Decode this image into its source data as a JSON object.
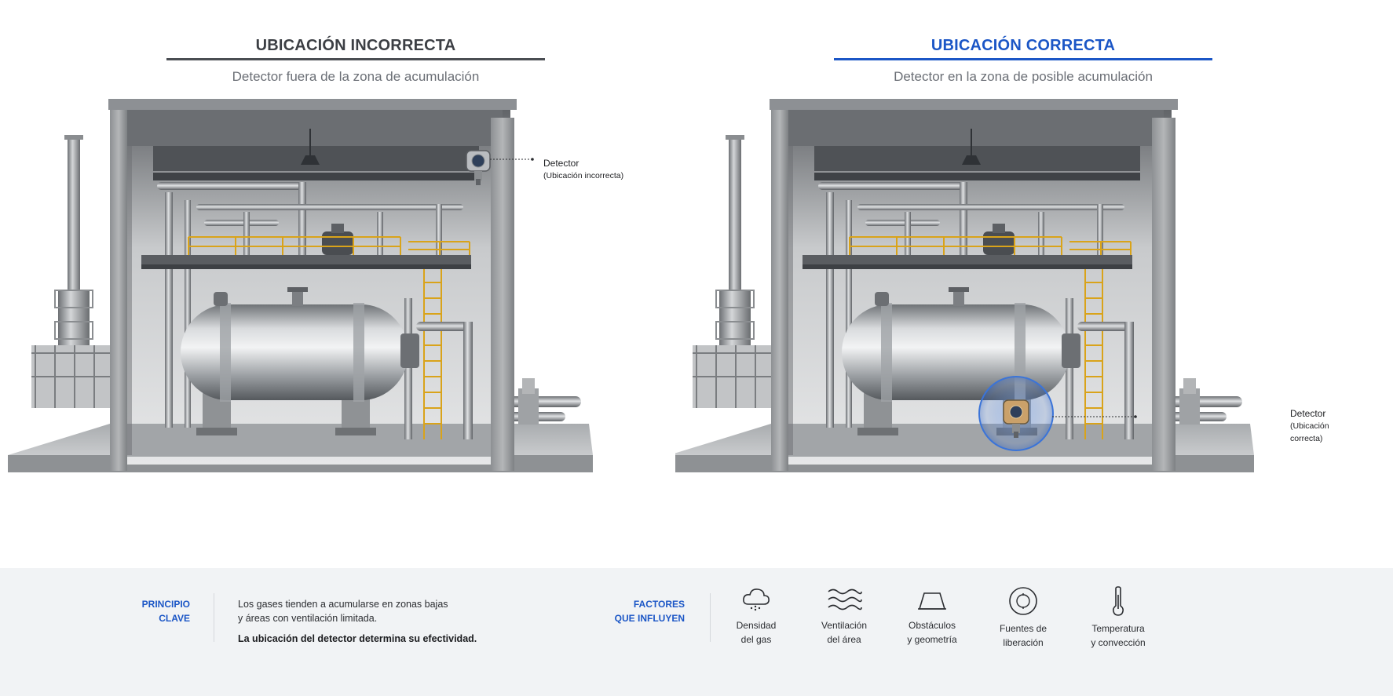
{
  "left_panel": {
    "title": "UBICACIÓN INCORRECTA",
    "subtitle": "Detector fuera de la zona de acumulación",
    "detector_label": "Detector",
    "detector_note": "(Ubicación incorrecta)"
  },
  "right_panel": {
    "title": "UBICACIÓN CORRECTA",
    "subtitle": "Detector en la zona de posible acumulación",
    "detector_label": "Detector",
    "detector_note": "(Ubicación correcta)"
  },
  "principle": {
    "label_line1": "PRINCIPIO",
    "label_line2": "CLAVE",
    "text_line1": "Los gases tienden a acumularse en zonas bajas",
    "text_line2": "y áreas con ventilación limitada.",
    "emphasis": "La ubicación del detector determina su efectividad."
  },
  "factors": {
    "label_line1": "FACTORES",
    "label_line2": "QUE INFLUYEN",
    "items": [
      {
        "icon": "cloud-icon",
        "line1": "Densidad",
        "line2": "del gas"
      },
      {
        "icon": "waves-icon",
        "line1": "Ventilación",
        "line2": "del área"
      },
      {
        "icon": "trapezoid-icon",
        "line1": "Obstáculos",
        "line2": "y geometría"
      },
      {
        "icon": "target-circle-icon",
        "line1": "Fuentes de",
        "line2": "liberación"
      },
      {
        "icon": "thermometer-icon",
        "line1": "Temperatura",
        "line2": "y convección"
      }
    ]
  },
  "colors": {
    "accent_blue": "#1b56c6",
    "dark_heading": "#3c3f44",
    "footer_bg": "#f1f3f5",
    "rail_yellow": "#d9a31a"
  }
}
